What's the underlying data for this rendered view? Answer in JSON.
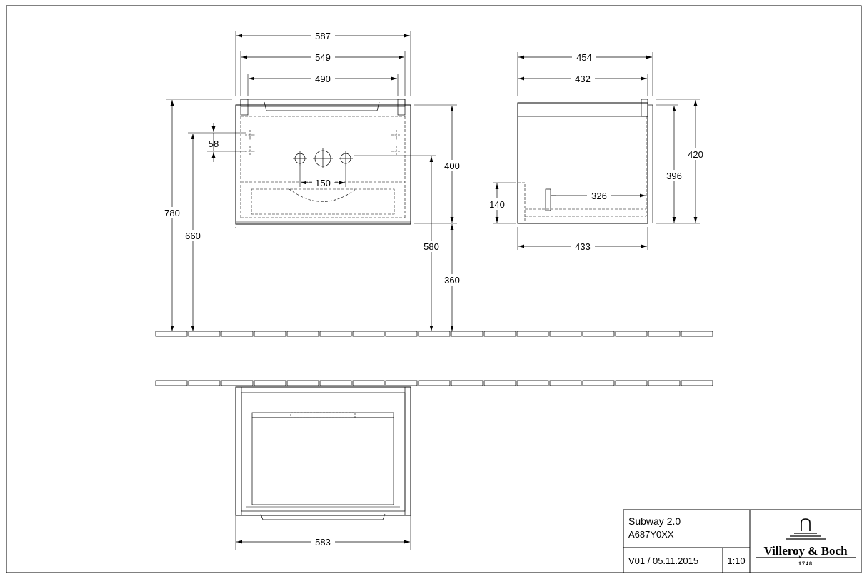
{
  "front_view": {
    "dims": {
      "overall_width": "587",
      "inner_width": "549",
      "fixing_width": "490",
      "total_height": "780",
      "fixing_height": "660",
      "fixing_spacing": "58",
      "tap_spacing": "150",
      "cabinet_height": "400",
      "outlet_height": "580",
      "floor_clearance": "360"
    }
  },
  "side_view": {
    "dims": {
      "overall_depth": "454",
      "inner_depth": "432",
      "height_outer": "420",
      "height_inner": "396",
      "siphon_depth": "326",
      "siphon_height": "140",
      "bottom_depth": "433"
    }
  },
  "top_view": {
    "dims": {
      "width": "583"
    }
  },
  "title_block": {
    "product": "Subway 2.0",
    "article": "A687Y0XX",
    "version": "V01 / 05.11.2015",
    "scale": "1:10",
    "brand": "Villeroy & Boch",
    "brand_year": "1748"
  }
}
